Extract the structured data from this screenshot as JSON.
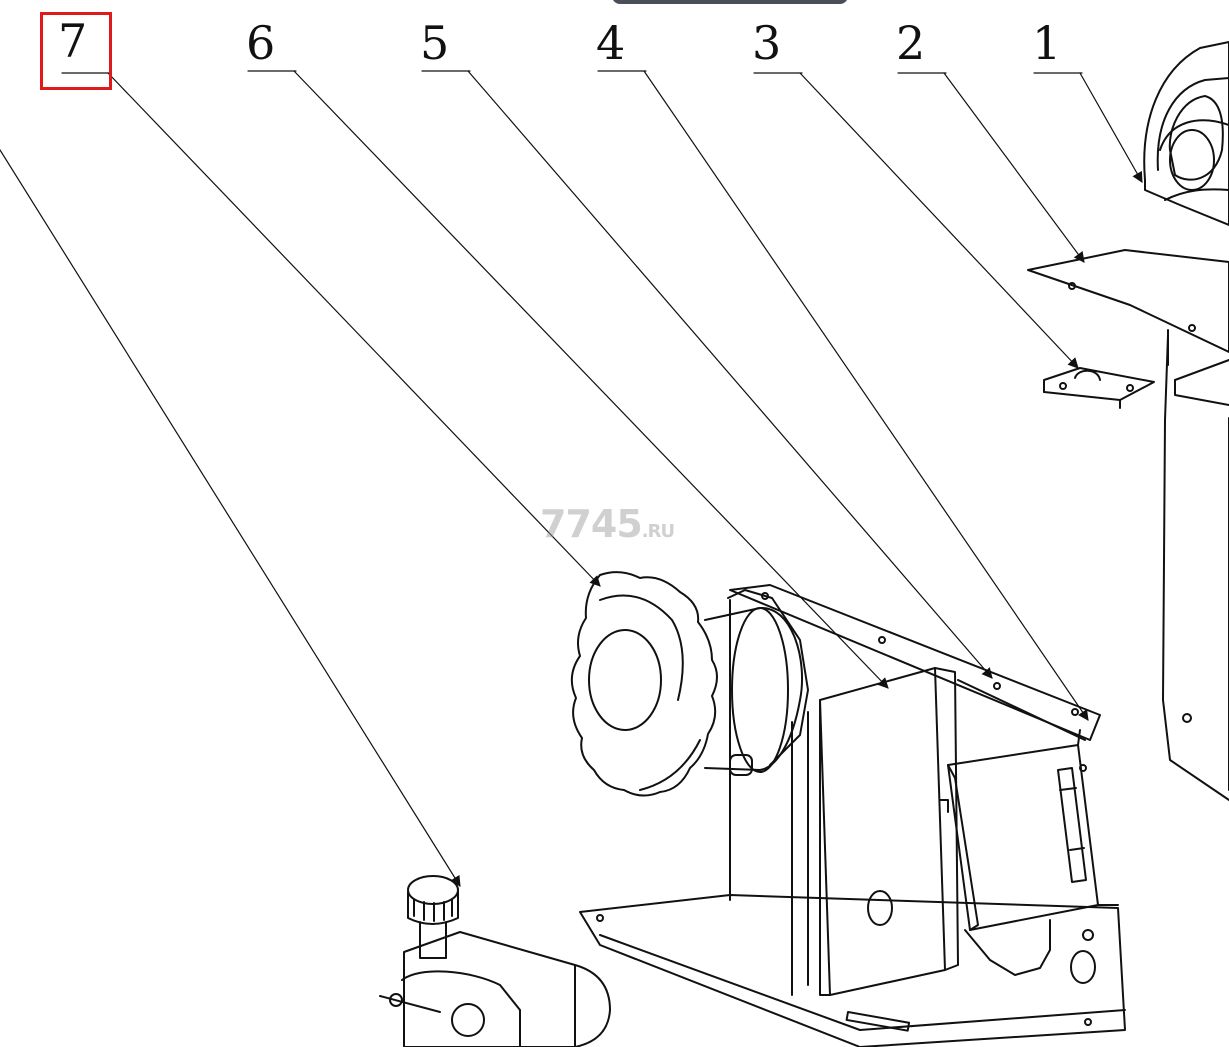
{
  "callouts": [
    {
      "id": 7,
      "label": "7",
      "highlighted": true
    },
    {
      "id": 6,
      "label": "6"
    },
    {
      "id": 5,
      "label": "5"
    },
    {
      "id": 4,
      "label": "4"
    },
    {
      "id": 3,
      "label": "3"
    },
    {
      "id": 2,
      "label": "2"
    },
    {
      "id": 1,
      "label": "1"
    }
  ],
  "watermark": {
    "main": "7745",
    "suffix": ".RU"
  },
  "colors": {
    "highlight": "#e0191b",
    "line": "#111111",
    "watermark": "#969696"
  }
}
